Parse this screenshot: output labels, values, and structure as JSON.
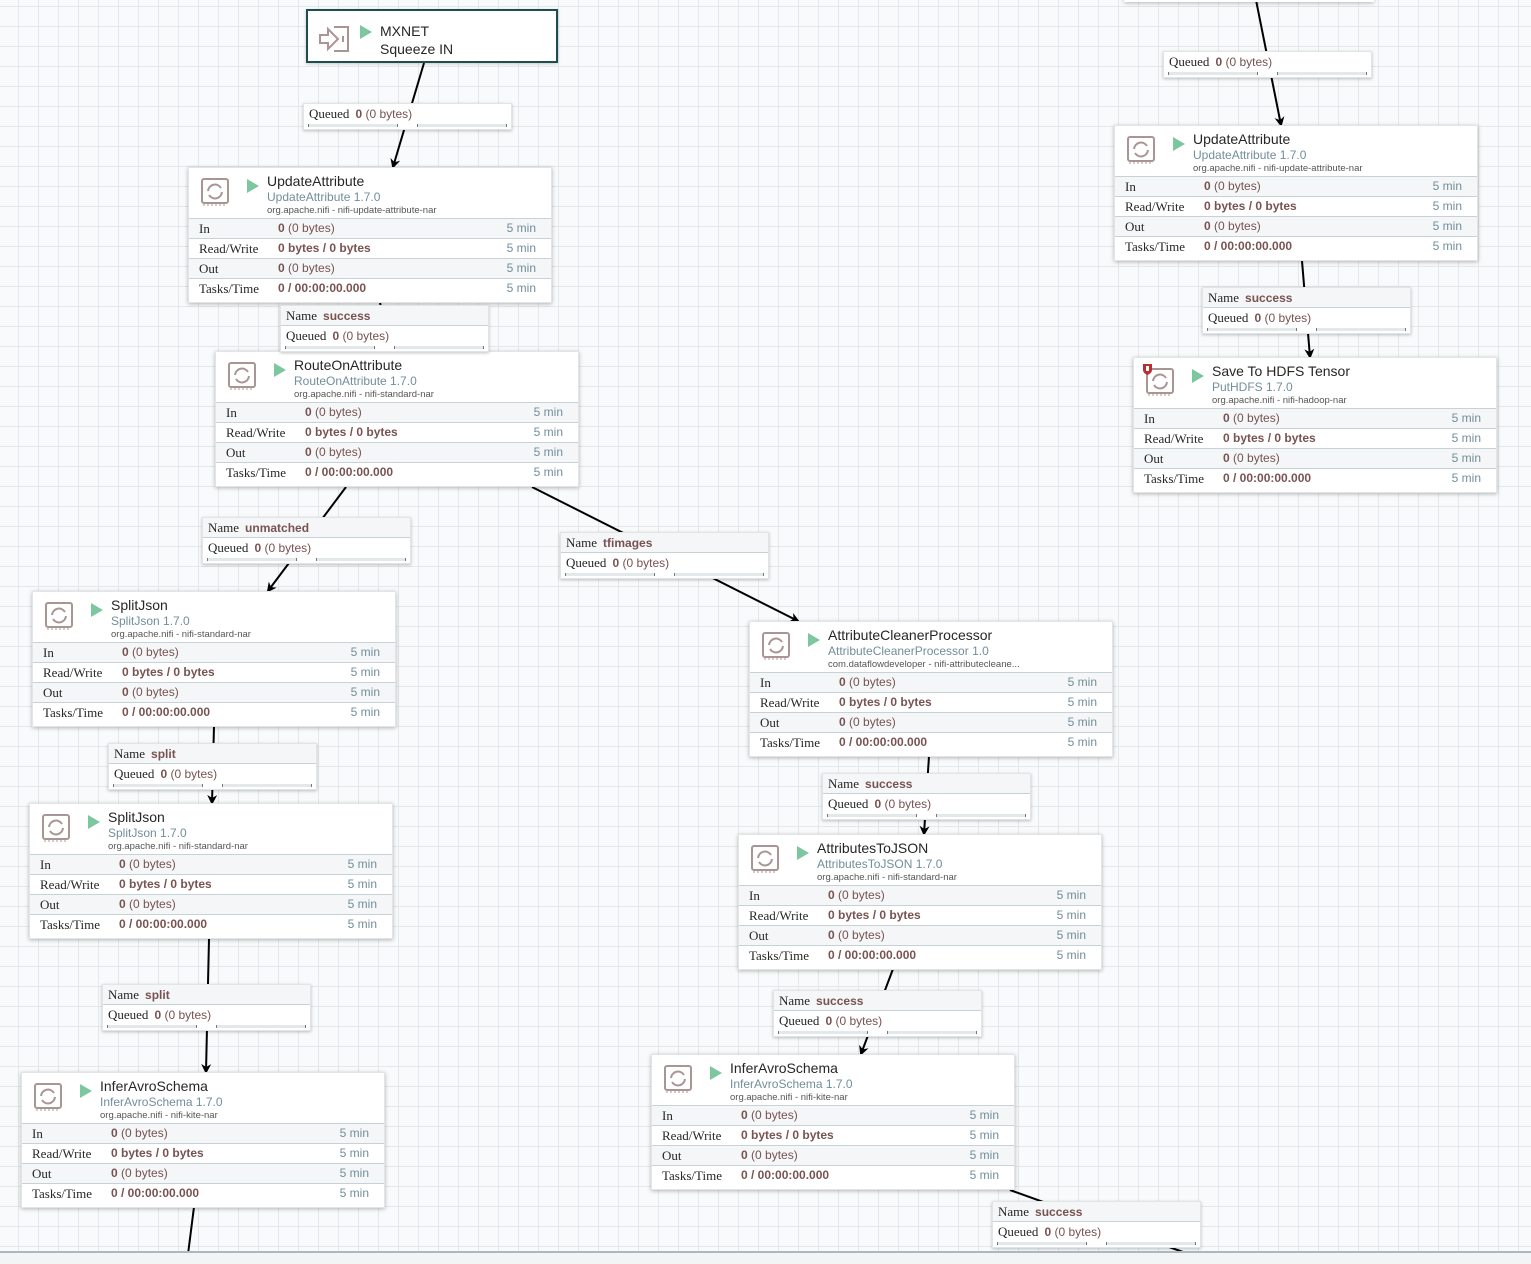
{
  "canvas": {
    "colors": {
      "run_indicator": "#7dc7a0",
      "stat_value": "#775351",
      "processor_type": "#728e9b",
      "input_port_border": "#1e4d4d",
      "invalid_badge": "#ba2f2f"
    }
  },
  "labels": {
    "in": "In",
    "read_write": "Read/Write",
    "out": "Out",
    "tasks_time": "Tasks/Time",
    "name": "Name",
    "queued": "Queued"
  },
  "input_port": {
    "name_line1": "MXNET",
    "name_line2": "Squeeze IN",
    "icon": "input-port-icon",
    "status_icon": "run-triangle-icon"
  },
  "processors": [
    {
      "name": "UpdateAttribute",
      "type": "UpdateAttribute 1.7.0",
      "bundle": "org.apache.nifi - nifi-update-attribute-nar",
      "in_count": "0",
      "in_size": "(0 bytes)",
      "read_write": "0 bytes / 0 bytes",
      "out_count": "0",
      "out_size": "(0 bytes)",
      "tasks_time": "0 / 00:00:00.000",
      "window": "5 min",
      "badge": ""
    },
    {
      "name": "RouteOnAttribute",
      "type": "RouteOnAttribute 1.7.0",
      "bundle": "org.apache.nifi - nifi-standard-nar",
      "in_count": "0",
      "in_size": "(0 bytes)",
      "read_write": "0 bytes / 0 bytes",
      "out_count": "0",
      "out_size": "(0 bytes)",
      "tasks_time": "0 / 00:00:00.000",
      "window": "5 min",
      "badge": ""
    },
    {
      "name": "SplitJson",
      "type": "SplitJson 1.7.0",
      "bundle": "org.apache.nifi - nifi-standard-nar",
      "in_count": "0",
      "in_size": "(0 bytes)",
      "read_write": "0 bytes / 0 bytes",
      "out_count": "0",
      "out_size": "(0 bytes)",
      "tasks_time": "0 / 00:00:00.000",
      "window": "5 min",
      "badge": ""
    },
    {
      "name": "SplitJson",
      "type": "SplitJson 1.7.0",
      "bundle": "org.apache.nifi - nifi-standard-nar",
      "in_count": "0",
      "in_size": "(0 bytes)",
      "read_write": "0 bytes / 0 bytes",
      "out_count": "0",
      "out_size": "(0 bytes)",
      "tasks_time": "0 / 00:00:00.000",
      "window": "5 min",
      "badge": ""
    },
    {
      "name": "InferAvroSchema",
      "type": "InferAvroSchema 1.7.0",
      "bundle": "org.apache.nifi - nifi-kite-nar",
      "in_count": "0",
      "in_size": "(0 bytes)",
      "read_write": "0 bytes / 0 bytes",
      "out_count": "0",
      "out_size": "(0 bytes)",
      "tasks_time": "0 / 00:00:00.000",
      "window": "5 min",
      "badge": ""
    },
    {
      "name": "AttributeCleanerProcessor",
      "type": "AttributeCleanerProcessor 1.0",
      "bundle": "com.dataflowdeveloper - nifi-attributecleane...",
      "in_count": "0",
      "in_size": "(0 bytes)",
      "read_write": "0 bytes / 0 bytes",
      "out_count": "0",
      "out_size": "(0 bytes)",
      "tasks_time": "0 / 00:00:00.000",
      "window": "5 min",
      "badge": ""
    },
    {
      "name": "AttributesToJSON",
      "type": "AttributesToJSON 1.7.0",
      "bundle": "org.apache.nifi - nifi-standard-nar",
      "in_count": "0",
      "in_size": "(0 bytes)",
      "read_write": "0 bytes / 0 bytes",
      "out_count": "0",
      "out_size": "(0 bytes)",
      "tasks_time": "0 / 00:00:00.000",
      "window": "5 min",
      "badge": ""
    },
    {
      "name": "InferAvroSchema",
      "type": "InferAvroSchema 1.7.0",
      "bundle": "org.apache.nifi - nifi-kite-nar",
      "in_count": "0",
      "in_size": "(0 bytes)",
      "read_write": "0 bytes / 0 bytes",
      "out_count": "0",
      "out_size": "(0 bytes)",
      "tasks_time": "0 / 00:00:00.000",
      "window": "5 min",
      "badge": ""
    },
    {
      "name": "UpdateAttribute",
      "type": "UpdateAttribute 1.7.0",
      "bundle": "org.apache.nifi - nifi-update-attribute-nar",
      "in_count": "0",
      "in_size": "(0 bytes)",
      "read_write": "0 bytes / 0 bytes",
      "out_count": "0",
      "out_size": "(0 bytes)",
      "tasks_time": "0 / 00:00:00.000",
      "window": "5 min",
      "badge": ""
    },
    {
      "name": "Save To HDFS Tensor",
      "type": "PutHDFS 1.7.0",
      "bundle": "org.apache.nifi - nifi-hadoop-nar",
      "in_count": "0",
      "in_size": "(0 bytes)",
      "read_write": "0 bytes / 0 bytes",
      "out_count": "0",
      "out_size": "(0 bytes)",
      "tasks_time": "0 / 00:00:00.000",
      "window": "5 min",
      "badge": "invalid-shield-icon"
    }
  ],
  "connections": [
    {
      "name": "",
      "queued_count": "0",
      "queued_size": "(0 bytes)"
    },
    {
      "name": "success",
      "queued_count": "0",
      "queued_size": "(0 bytes)"
    },
    {
      "name": "unmatched",
      "queued_count": "0",
      "queued_size": "(0 bytes)"
    },
    {
      "name": "tfimages",
      "queued_count": "0",
      "queued_size": "(0 bytes)"
    },
    {
      "name": "split",
      "queued_count": "0",
      "queued_size": "(0 bytes)"
    },
    {
      "name": "split",
      "queued_count": "0",
      "queued_size": "(0 bytes)"
    },
    {
      "name": "success",
      "queued_count": "0",
      "queued_size": "(0 bytes)"
    },
    {
      "name": "success",
      "queued_count": "0",
      "queued_size": "(0 bytes)"
    },
    {
      "name": "success",
      "queued_count": "0",
      "queued_size": "(0 bytes)"
    },
    {
      "name": "",
      "queued_count": "0",
      "queued_size": "(0 bytes)"
    },
    {
      "name": "success",
      "queued_count": "0",
      "queued_size": "(0 bytes)"
    }
  ]
}
